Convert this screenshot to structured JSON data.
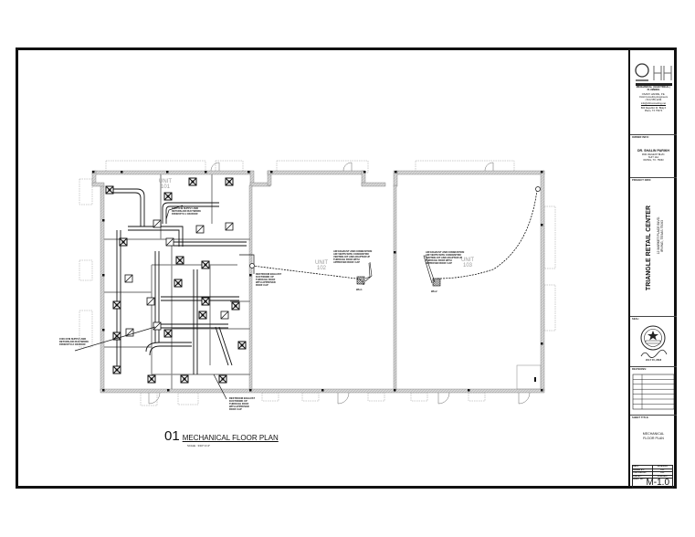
{
  "sheet": {
    "drawing": {
      "number": "01",
      "title": "MECHANICAL FLOOR PLAN",
      "scale": "SCALE : 3/16\"=1'-0\""
    },
    "units": [
      {
        "label": "UNIT",
        "number": "101"
      },
      {
        "label": "UNIT",
        "number": "102"
      },
      {
        "label": "UNIT",
        "number": "103"
      }
    ],
    "notes": {
      "supply_return_note": "1500 CFM SUPPLY AND RETURN AIR DUCTWORK FROM RTU-1 ON ROOF",
      "supply_return_note_2": "1500 CFM SUPPLY AND RETURN AIR DUCTWORK FROM RTU-2 ON ROOF",
      "exhaust_note": "RESTROOM EXHAUST DUCTWORK UP THROUGH ROOF WITH APPROVED ROOF CAP",
      "exhaust_note_2": "RESTROOM EXHAUST DUCTWORK UP THROUGH ROOF WITH APPROVED ROOF CAP",
      "air_inlet_note_102": "AIR EXHAUST AND COMBUSTION AIR VENTS WITH CONCENTRIC VENTING KIT AND ADAPTER UP THROUGH ROOF WITH APPROVED ROOF CAP",
      "air_inlet_note_103": "AIR EXHAUST AND COMBUSTION AIR VENTS WITH CONCENTRIC VENTING KIT AND ADAPTER UP THROUGH ROOF WITH APPROVED ROOF CAP",
      "equipment_tag_102": "WH-1",
      "equipment_tag_103": "WH-2"
    }
  },
  "title_block": {
    "firm": {
      "logo_text": "OHH",
      "tagline": "CONSULTING ENGINEERS, LLC",
      "disciplines": "MECHANICAL | ELECTRICAL | PLUMBING",
      "engineer": "OSAMY HAFIRE, P.E.",
      "company": "OHH Consulting Engineers",
      "phone": "(713) 555-1234",
      "email": "info@ohhconsulting.net",
      "address": "800 Republic Dr. Bldg 6",
      "city": "Plano, TX 75074"
    },
    "owner": {
      "label": "OWNER INFO:",
      "name": "DR. SHALIN PARIKH",
      "address1": "3601 REGENT BLVD.",
      "address2": "SUIT 14A",
      "city": "IRVING, TX. 75063"
    },
    "project": {
      "label": "PROJECT INFO:",
      "name": "TRIANGLE RETAIL CENTER",
      "address1": "12 MARKET PLACE BLVD.",
      "address2": "IRVING, TEXAS 75063"
    },
    "seal": {
      "label": "SEAL:",
      "date": "JULY 15, 2018"
    },
    "revisions": {
      "label": "REVISIONS:",
      "rows": 7
    },
    "sheet_title": {
      "label": "SHEET TITLE:",
      "line1": "MECHANICAL",
      "line2": "FLOOR PLAN"
    },
    "info": {
      "date_label": "DATE:",
      "date_value": "02/14/2018",
      "drawn_label": "DRAWN BY:",
      "drawn_value": "O.H.",
      "checked_label": "CHECKED BY:",
      "checked_value": "O.H.",
      "job_label": "JOB NO.:",
      "job_value": "2018-0015",
      "sheet_label": "SHEET NO.:",
      "sheet_number": "M-1.0"
    }
  }
}
